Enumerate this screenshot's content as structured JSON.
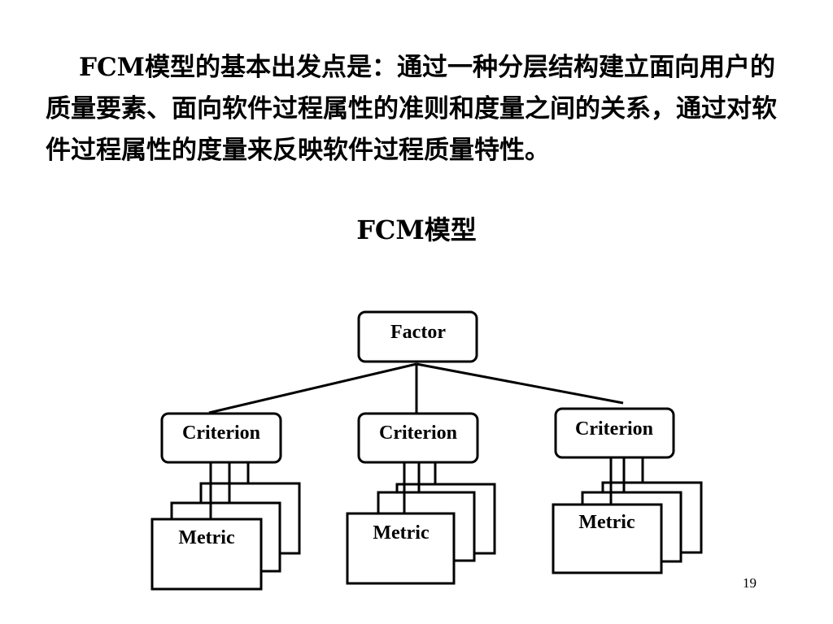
{
  "slide": {
    "paragraph": "FCM模型的基本出发点是：通过一种分层结构建立面向用户的质量要素、面向软件过程属性的准则和度量之间的关系，通过对软件过程属性的度量来反映软件过程质量特性。",
    "diagram_title": "FCM模型",
    "page_number": "19"
  },
  "diagram": {
    "factor": {
      "label": "Factor"
    },
    "criteria": [
      {
        "label": "Criterion",
        "metric_label": "Metric"
      },
      {
        "label": "Criterion",
        "metric_label": "Metric"
      },
      {
        "label": "Criterion",
        "metric_label": "Metric"
      }
    ]
  }
}
